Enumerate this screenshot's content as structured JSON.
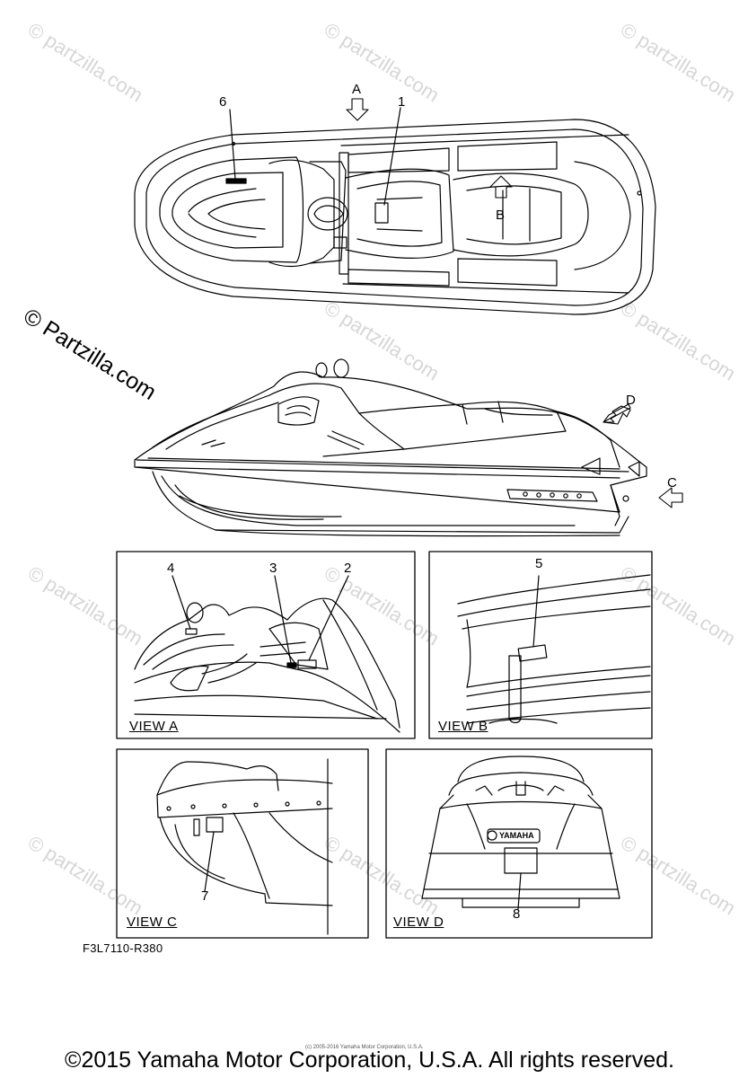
{
  "watermark": {
    "text": "© Partzilla.com",
    "short": "© partzilla.com"
  },
  "labels": {
    "arrow_a": "A",
    "arrow_b": "B",
    "arrow_c": "C",
    "arrow_d": "D",
    "callouts": [
      "1",
      "2",
      "3",
      "4",
      "5",
      "6",
      "7",
      "8"
    ]
  },
  "views": {
    "a": "VIEW A",
    "b": "VIEW B",
    "c": "VIEW C",
    "d": "VIEW D"
  },
  "stern_badge": "YAMAHA",
  "part_number": "F3L7110-R380",
  "tiny_notice": "(c) 2005-2016 Yamaha Motor Corporation, U.S.A.",
  "footer": "©2015 Yamaha Motor Corporation, U.S.A. All rights reserved."
}
